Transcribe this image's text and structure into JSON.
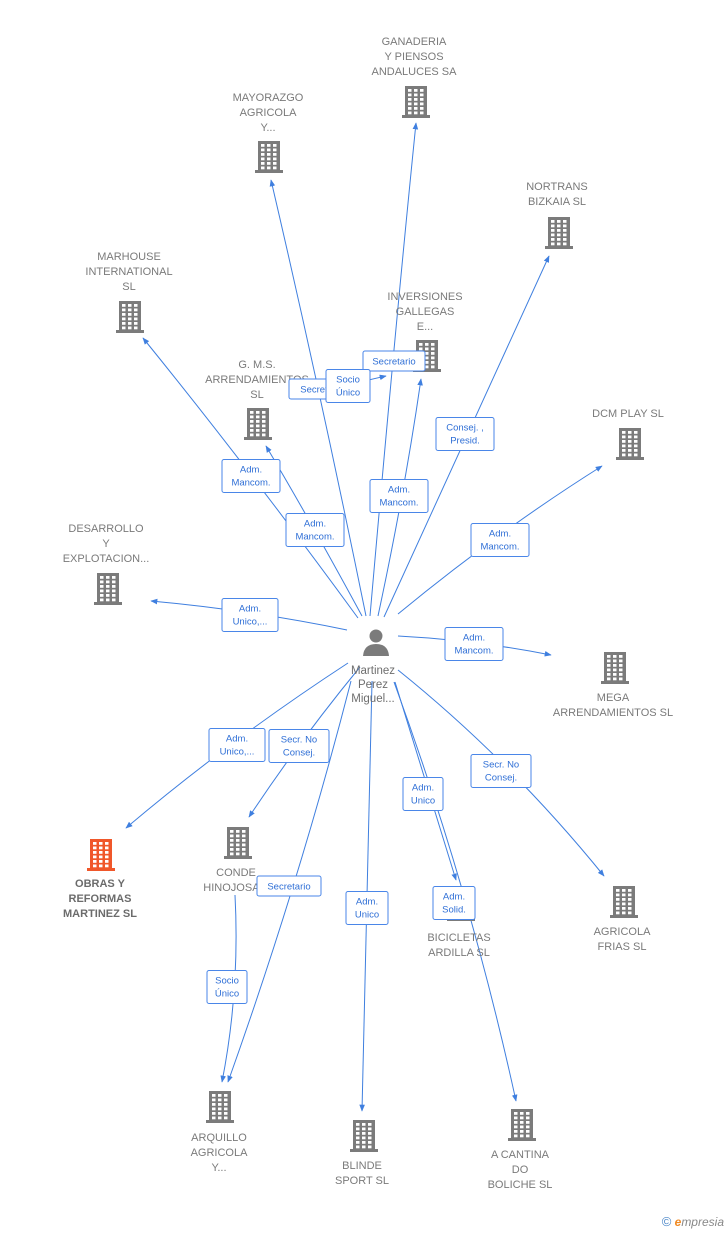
{
  "person": {
    "lines": [
      "Martinez",
      "Perez",
      "Miguel..."
    ]
  },
  "companies": [
    {
      "id": "ganaderia",
      "lines": [
        "GANADERIA",
        "Y PIENSOS",
        "ANDALUCES SA"
      ],
      "highlight": false
    },
    {
      "id": "mayorazgo",
      "lines": [
        "MAYORAZGO",
        "AGRICOLA",
        "Y..."
      ],
      "highlight": false
    },
    {
      "id": "nortrans",
      "lines": [
        "NORTRANS",
        "BIZKAIA SL"
      ],
      "highlight": false
    },
    {
      "id": "marhouse",
      "lines": [
        "MARHOUSE",
        "INTERNATIONAL",
        "SL"
      ],
      "highlight": false
    },
    {
      "id": "inversiones",
      "lines": [
        "INVERSIONES",
        "GALLEGAS",
        "E..."
      ],
      "highlight": false
    },
    {
      "id": "gms",
      "lines": [
        "G. M.S.",
        "ARRENDAMIENTOS",
        "SL"
      ],
      "highlight": false
    },
    {
      "id": "dcm",
      "lines": [
        "DCM PLAY  SL"
      ],
      "highlight": false
    },
    {
      "id": "desarrollo",
      "lines": [
        "DESARROLLO",
        "Y",
        "EXPLOTACION..."
      ],
      "highlight": false
    },
    {
      "id": "mega",
      "lines": [
        "MEGA",
        "ARRENDAMIENTOS SL"
      ],
      "highlight": false
    },
    {
      "id": "obras",
      "lines": [
        "OBRAS Y",
        "REFORMAS",
        "MARTINEZ  SL"
      ],
      "highlight": true
    },
    {
      "id": "conde",
      "lines": [
        "CONDE",
        "HINOJOSA..."
      ],
      "highlight": false
    },
    {
      "id": "bicicletas",
      "lines": [
        "BICICLETAS",
        "ARDILLA SL"
      ],
      "highlight": false
    },
    {
      "id": "agricola_frias",
      "lines": [
        "AGRICOLA",
        "FRIAS  SL"
      ],
      "highlight": false
    },
    {
      "id": "arquillo",
      "lines": [
        "ARQUILLO",
        "AGRICOLA",
        "Y..."
      ],
      "highlight": false
    },
    {
      "id": "blinde",
      "lines": [
        "BLINDE",
        "SPORT SL"
      ],
      "highlight": false
    },
    {
      "id": "cantina",
      "lines": [
        "A CANTINA",
        "DO",
        "BOLICHE SL"
      ],
      "highlight": false
    }
  ],
  "relations": [
    {
      "id": "r_ganaderia",
      "label": [
        "Secretario"
      ]
    },
    {
      "id": "r_mayorazgo",
      "label": [
        "Socio",
        "Único"
      ]
    },
    {
      "id": "r_inversiones_a",
      "label": [
        "Secretario"
      ]
    },
    {
      "id": "r_inversiones_b",
      "label": [
        "Adm.",
        "Mancom."
      ]
    },
    {
      "id": "r_nortrans",
      "label": [
        "Consej. ,",
        "Presid."
      ]
    },
    {
      "id": "r_marhouse",
      "label": [
        "Adm.",
        "Mancom."
      ]
    },
    {
      "id": "r_gms",
      "label": [
        "Adm.",
        "Mancom."
      ]
    },
    {
      "id": "r_dcm",
      "label": [
        "Adm.",
        "Mancom."
      ]
    },
    {
      "id": "r_desarrollo",
      "label": [
        "Adm.",
        "Unico,..."
      ]
    },
    {
      "id": "r_mega",
      "label": [
        "Adm.",
        "Mancom."
      ]
    },
    {
      "id": "r_obras",
      "label": [
        "Adm.",
        "Unico,..."
      ]
    },
    {
      "id": "r_conde",
      "label": [
        "Secr.  No",
        "Consej."
      ]
    },
    {
      "id": "r_arquillo",
      "label": [
        "Secretario"
      ]
    },
    {
      "id": "r_conde_arquillo",
      "label": [
        "Socio",
        "Único"
      ]
    },
    {
      "id": "r_blinde",
      "label": [
        "Adm.",
        "Unico"
      ]
    },
    {
      "id": "r_bicicletas",
      "label": [
        "Adm.",
        "Unico"
      ]
    },
    {
      "id": "r_cantina",
      "label": [
        "Adm.",
        "Solid."
      ]
    },
    {
      "id": "r_frias",
      "label": [
        "Secr.  No",
        "Consej."
      ]
    },
    {
      "id": "r_secret_extra",
      "label": [
        "Secret"
      ]
    }
  ],
  "colors": {
    "edge": "#3f7fdf",
    "building": "#7b7b7b",
    "highlight": "#f0572a"
  },
  "watermark": {
    "copy": "©",
    "brand_initial": "e",
    "brand_rest": "mpresia"
  }
}
